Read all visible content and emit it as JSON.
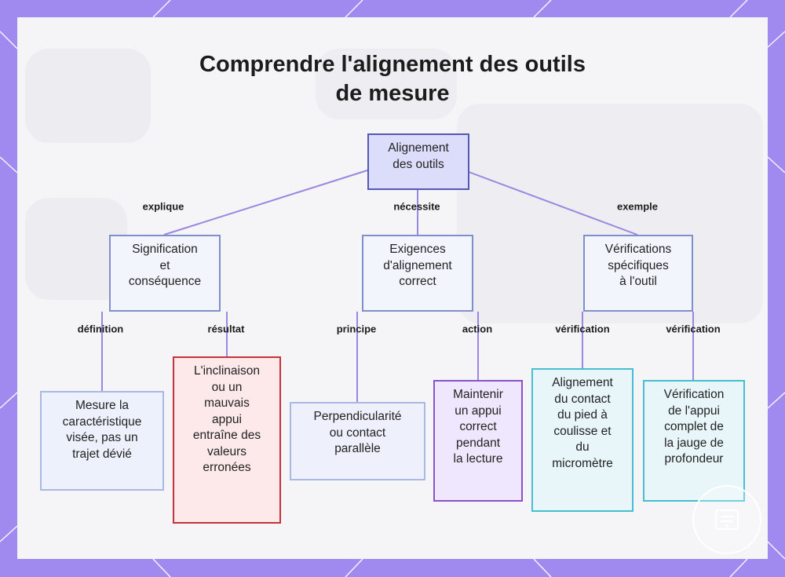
{
  "title": {
    "line1": "Comprendre l'alignement des outils",
    "line2": "de mesure"
  },
  "nodes": {
    "root": "Alignement\ndes outils",
    "signification": "Signification\net\nconséquence",
    "exigences": "Exigences\nd'alignement\ncorrect",
    "verifications": "Vérifications\nspécifiques\nà l'outil",
    "mesure": "Mesure la\ncaractéristique\nvisée, pas un\ntrajet dévié",
    "inclinaison": "L'inclinaison\nou un\nmauvais\nappui\nentraîne des\nvaleurs\nerronées",
    "perpendicularite": "Perpendicularité\nou contact\nparallèle",
    "maintenir": "Maintenir\nun appui\ncorrect\npendant\nla lecture",
    "alignement_contact": "Alignement\ndu contact\ndu pied à\ncoulisse et\ndu\nmicromètre",
    "verification_appui": "Vérification\nde l'appui\ncomplet de\nla jauge de\nprofondeur"
  },
  "edges": {
    "explique": "explique",
    "necessite": "nécessite",
    "exemple": "exemple",
    "definition": "définition",
    "resultat": "résultat",
    "principe": "principe",
    "action": "action",
    "verification_1": "vérification",
    "verification_2": "vérification"
  },
  "colors": {
    "frame": "#a08af0",
    "connector": "#9b86e0",
    "root_border": "#5458b4",
    "red_border": "#c4323c",
    "purple_border": "#8a52c6",
    "cyan_border": "#45bfd0"
  },
  "icons": {
    "badge": "watermark-logo-icon"
  }
}
